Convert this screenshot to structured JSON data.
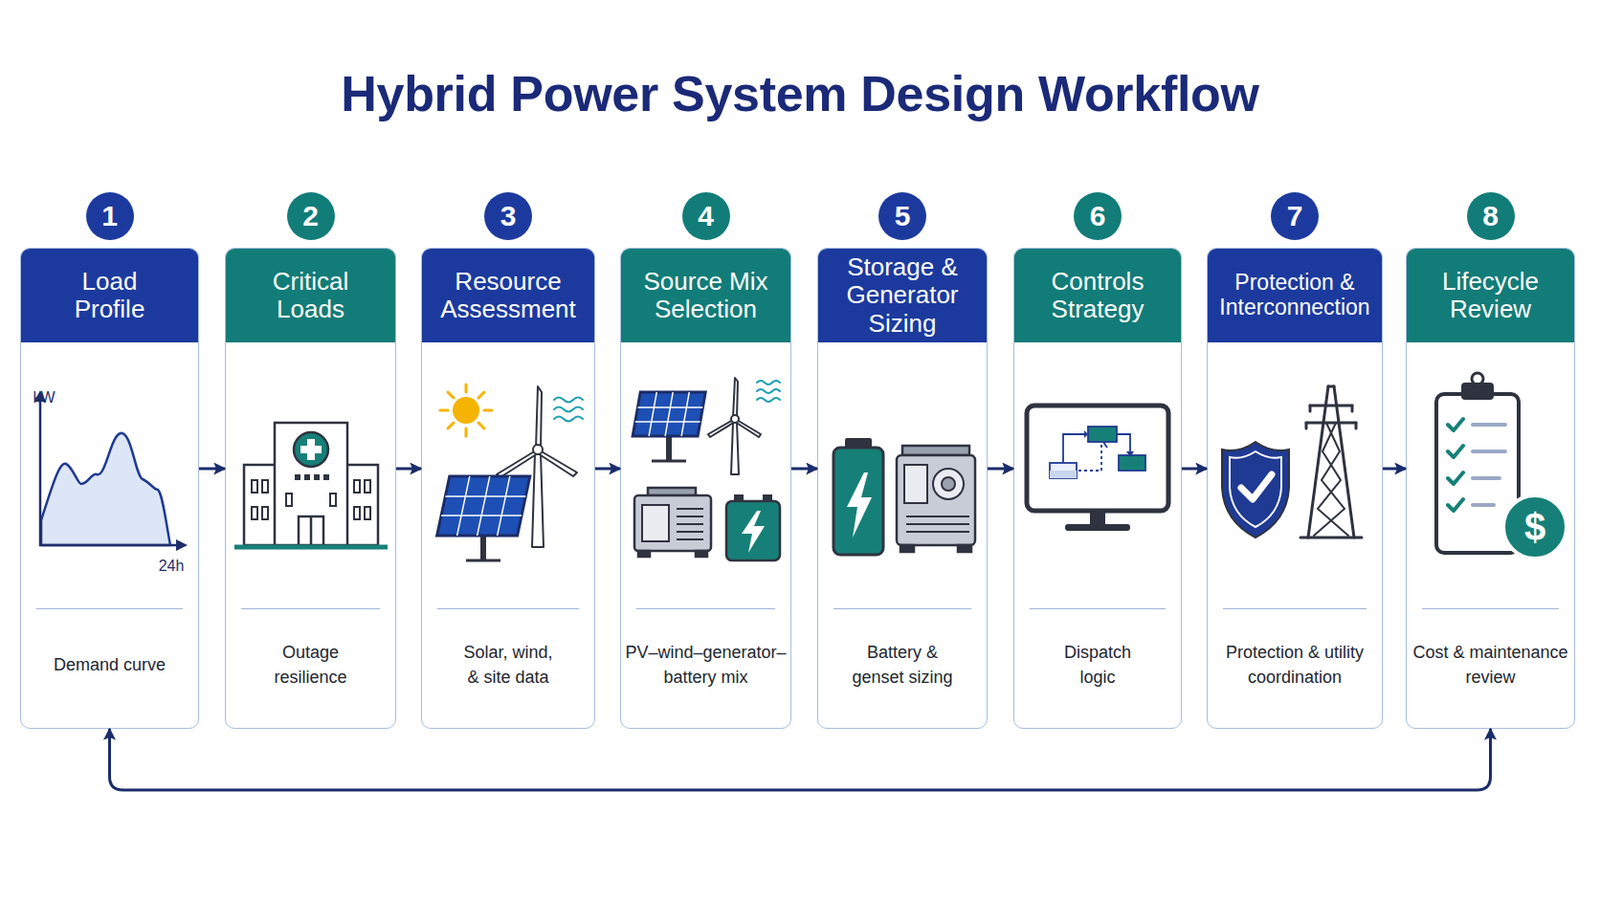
{
  "diagram": {
    "title": "Hybrid Power System Design Workflow",
    "nodes": [
      {
        "text": [
          "1"
        ]
      },
      {
        "text": [
          "Load Profile",
          "Demand curve"
        ]
      },
      {
        "text": [
          "2"
        ]
      },
      {
        "text": [
          "Critical Loads",
          "Outage resilience"
        ]
      },
      {
        "text": [
          "3"
        ]
      },
      {
        "text": [
          "Resource Assessment",
          "Solar, wind, & site data"
        ]
      },
      {
        "text": [
          "4"
        ]
      },
      {
        "text": [
          "Source Mix Selection",
          "PV–wind–generator–battery mix"
        ]
      },
      {
        "text": [
          "5"
        ]
      },
      {
        "text": [
          "Storage & Generator Sizing",
          "Battery & genset sizing"
        ]
      },
      {
        "text": [
          "6"
        ]
      },
      {
        "text": [
          "Controls Strategy",
          "Dispatch logic"
        ]
      },
      {
        "text": [
          "7"
        ]
      },
      {
        "text": [
          "Protection & Interconnection",
          "Protection & utility coordination"
        ]
      },
      {
        "text": [
          "8"
        ]
      },
      {
        "text": [
          "Lifecycle Review",
          "Cost & maintenance review"
        ]
      }
    ],
    "edges": [
      {
        "from": 1,
        "to": 3,
        "arrow": "to"
      },
      {
        "from": 3,
        "to": 5,
        "arrow": "to"
      },
      {
        "from": 5,
        "to": 7,
        "arrow": "to"
      },
      {
        "from": 7,
        "to": 9,
        "arrow": "to"
      },
      {
        "from": 9,
        "to": 11,
        "arrow": "to"
      },
      {
        "from": 11,
        "to": 13,
        "arrow": "to"
      },
      {
        "from": 13,
        "to": 15,
        "arrow": "to"
      },
      {
        "from": 1,
        "to": 15,
        "arrow": "both"
      }
    ],
    "labels": [
      "kW",
      "24h",
      "$"
    ]
  }
}
